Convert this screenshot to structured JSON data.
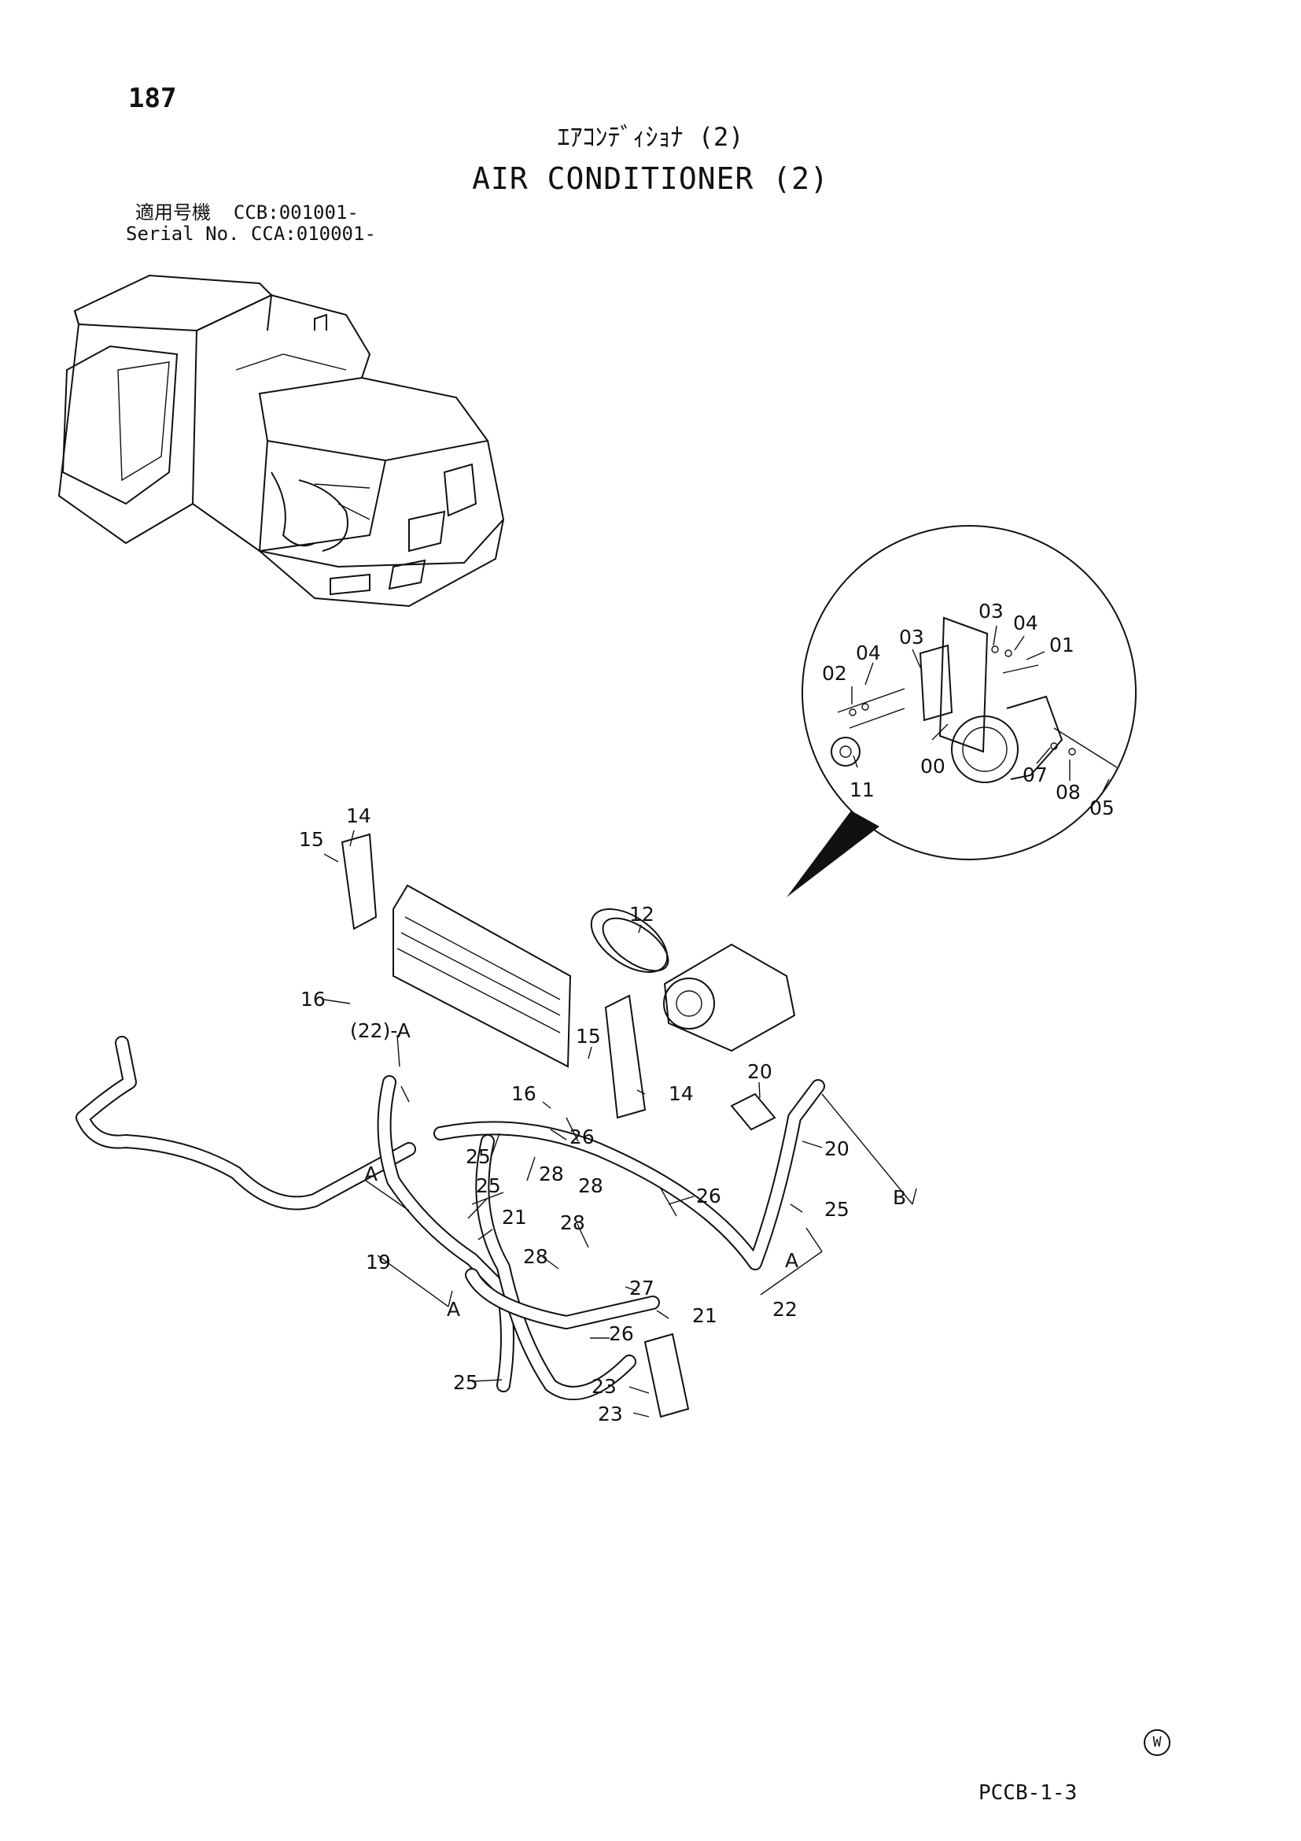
{
  "header": {
    "page_number": "187",
    "title_ja": "ｴｱｺﾝﾃﾞｨｼｮﾅ (2)",
    "title_en": "AIR CONDITIONER (2)",
    "serial_label_ja": "適用号機",
    "serial_value_ja": "CCB:001001-",
    "serial_label_en": "Serial No.",
    "serial_value_en": "CCA:010001-"
  },
  "footer": {
    "watermark": "W",
    "doc_code": "PCCB-1-3"
  },
  "callouts": {
    "c03a": "03",
    "c04a": "04",
    "c01": "01",
    "c03b": "03",
    "c04b": "04",
    "c02": "02",
    "c00": "00",
    "c11": "11",
    "c07": "07",
    "c08": "08",
    "c05": "05",
    "c14a": "14",
    "c15a": "15",
    "c12": "12",
    "c16a": "16",
    "c22ref": "(22)-A",
    "c15b": "15",
    "c16b": "16",
    "c14b": "14",
    "c20a": "20",
    "c20b": "20",
    "c25a": "25",
    "c26a": "26",
    "c28a": "28",
    "cAa": "A",
    "c25b": "25",
    "c28b": "28",
    "c26b": "26",
    "c21a": "21",
    "c25c": "25",
    "cB": "B",
    "c19": "19",
    "c28c": "28",
    "c28d": "28",
    "c27": "27",
    "cAb": "A",
    "cAc": "A",
    "c22": "22",
    "c21b": "21",
    "c26c": "26",
    "c25d": "25",
    "c23a": "23",
    "c23b": "23"
  }
}
